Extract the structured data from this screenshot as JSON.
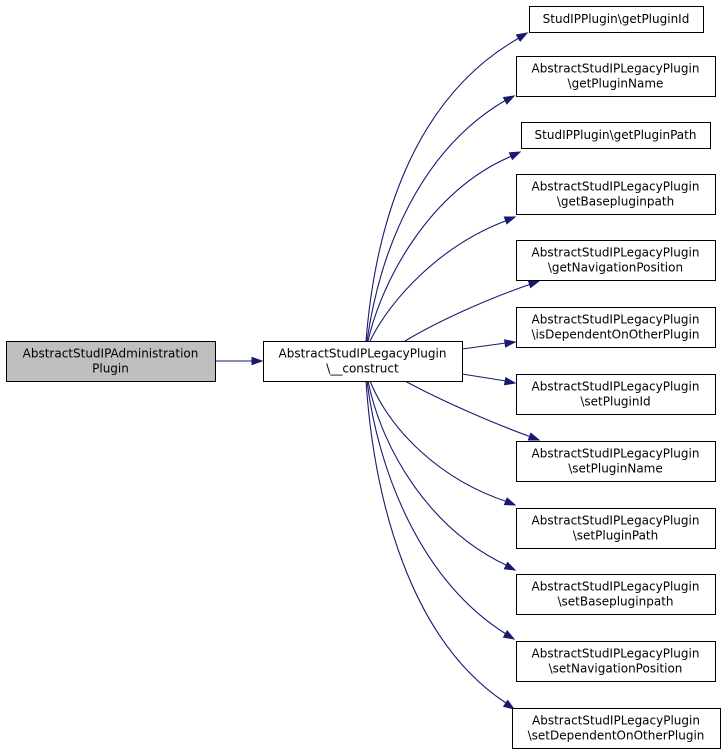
{
  "colors": {
    "root_fill": "#bfbfbf",
    "node_fill": "#ffffff",
    "border": "#000000",
    "edge": "#191970"
  },
  "nodes": [
    {
      "id": "root",
      "lines": [
        "AbstractStudIPAdministration",
        "Plugin"
      ]
    },
    {
      "id": "ctor",
      "lines": [
        "AbstractStudIPLegacyPlugin",
        "\\__construct"
      ]
    },
    {
      "id": "n1",
      "lines": [
        "StudIPPlugin\\getPluginId"
      ]
    },
    {
      "id": "n2",
      "lines": [
        "AbstractStudIPLegacyPlugin",
        "\\getPluginName"
      ]
    },
    {
      "id": "n3",
      "lines": [
        "StudIPPlugin\\getPluginPath"
      ]
    },
    {
      "id": "n4",
      "lines": [
        "AbstractStudIPLegacyPlugin",
        "\\getBasepluginpath"
      ]
    },
    {
      "id": "n5",
      "lines": [
        "AbstractStudIPLegacyPlugin",
        "\\getNavigationPosition"
      ]
    },
    {
      "id": "n6",
      "lines": [
        "AbstractStudIPLegacyPlugin",
        "\\isDependentOnOtherPlugin"
      ]
    },
    {
      "id": "n7",
      "lines": [
        "AbstractStudIPLegacyPlugin",
        "\\setPluginId"
      ]
    },
    {
      "id": "n8",
      "lines": [
        "AbstractStudIPLegacyPlugin",
        "\\setPluginName"
      ]
    },
    {
      "id": "n9",
      "lines": [
        "AbstractStudIPLegacyPlugin",
        "\\setPluginPath"
      ]
    },
    {
      "id": "n10",
      "lines": [
        "AbstractStudIPLegacyPlugin",
        "\\setBasepluginpath"
      ]
    },
    {
      "id": "n11",
      "lines": [
        "AbstractStudIPLegacyPlugin",
        "\\setNavigationPosition"
      ]
    },
    {
      "id": "n12",
      "lines": [
        "AbstractStudIPLegacyPlugin",
        "\\setDependentOnOtherPlugin"
      ]
    }
  ],
  "edges": [
    {
      "from": "root",
      "to": "ctor"
    },
    {
      "from": "ctor",
      "to": "n1"
    },
    {
      "from": "ctor",
      "to": "n2"
    },
    {
      "from": "ctor",
      "to": "n3"
    },
    {
      "from": "ctor",
      "to": "n4"
    },
    {
      "from": "ctor",
      "to": "n5"
    },
    {
      "from": "ctor",
      "to": "n6"
    },
    {
      "from": "ctor",
      "to": "n7"
    },
    {
      "from": "ctor",
      "to": "n8"
    },
    {
      "from": "ctor",
      "to": "n9"
    },
    {
      "from": "ctor",
      "to": "n10"
    },
    {
      "from": "ctor",
      "to": "n11"
    },
    {
      "from": "ctor",
      "to": "n12"
    }
  ]
}
